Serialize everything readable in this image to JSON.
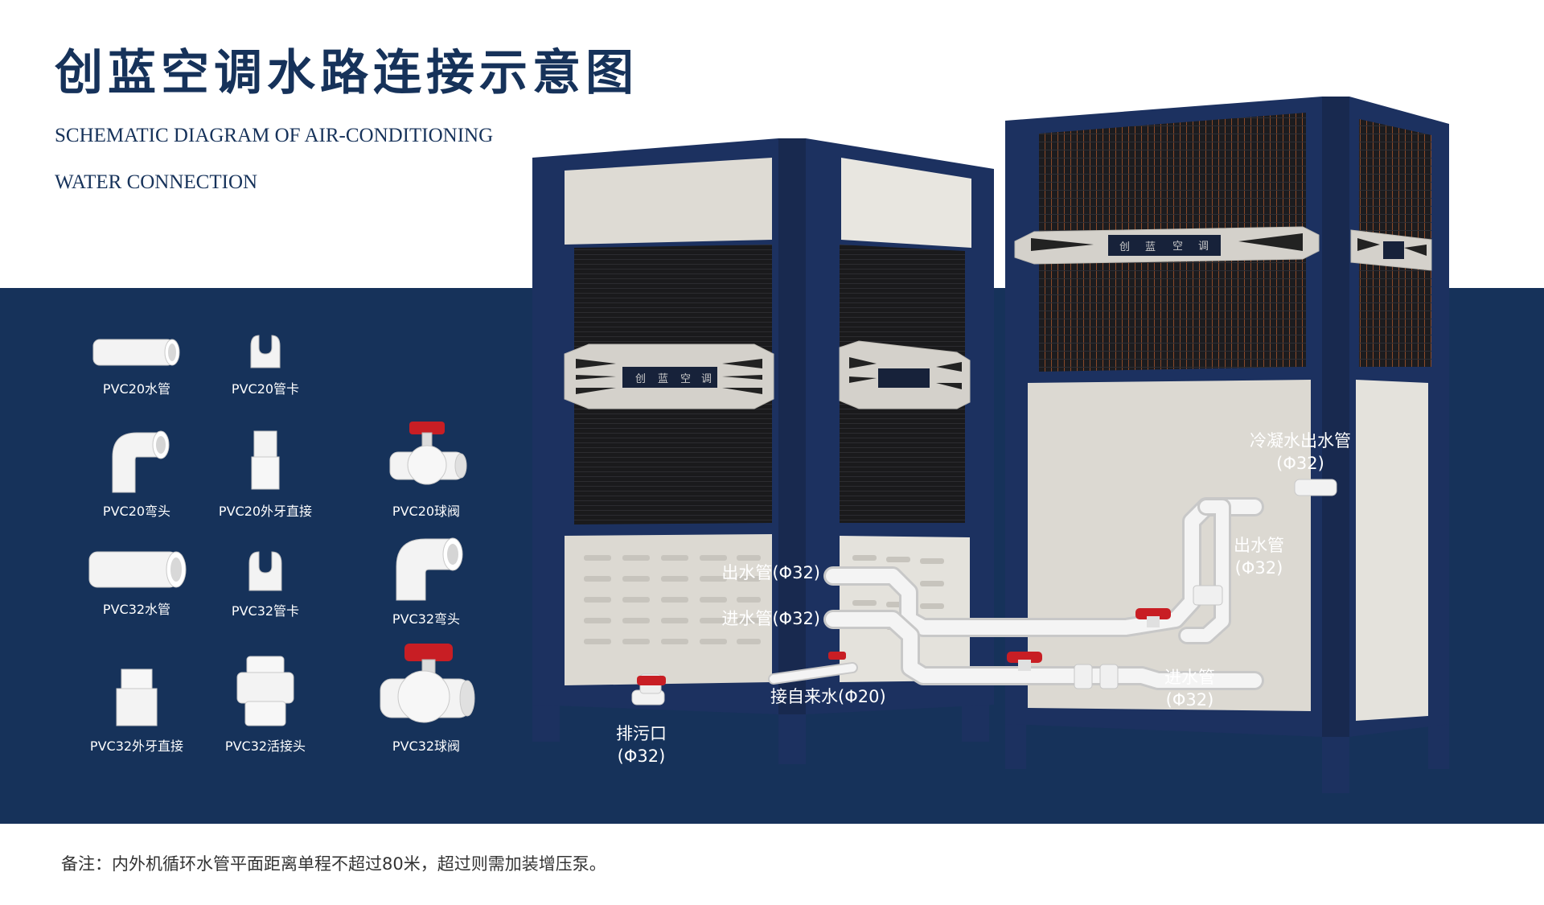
{
  "title": "创蓝空调水路连接示意图",
  "subtitle": {
    "line1": "SCHEMATIC DIAGRAM OF AIR-CONDITIONING",
    "line2": "WATER CONNECTION"
  },
  "colors": {
    "navy": "#16325a",
    "panel": "#dcd9d2",
    "valve_red": "#c81e24",
    "pvc": "#f3f3f3"
  },
  "brand_plate": [
    "创",
    "蓝",
    "空",
    "调"
  ],
  "fittings": [
    {
      "label": "PVC20水管",
      "icon": "pipe-20-icon"
    },
    {
      "label": "PVC20管卡",
      "icon": "pipe-clip-20-icon"
    },
    {
      "label": "PVC20弯头",
      "icon": "elbow-20-icon"
    },
    {
      "label": "PVC20外牙直接",
      "icon": "male-adapter-20-icon"
    },
    {
      "label": "PVC20球阀",
      "icon": "ball-valve-20-icon"
    },
    {
      "label": "PVC32水管",
      "icon": "pipe-32-icon"
    },
    {
      "label": "PVC32管卡",
      "icon": "pipe-clip-32-icon"
    },
    {
      "label": "PVC32弯头",
      "icon": "elbow-32-icon"
    },
    {
      "label": "PVC32外牙直接",
      "icon": "male-adapter-32-icon"
    },
    {
      "label": "PVC32活接头",
      "icon": "union-32-icon"
    },
    {
      "label": "PVC32球阀",
      "icon": "ball-valve-32-icon"
    }
  ],
  "callouts": {
    "indoor_out": "出水管(Φ32)",
    "indoor_in": "进水管(Φ32)",
    "tap_water": "接自来水(Φ20)",
    "drain": {
      "line1": "排污口",
      "line2": "(Φ32)"
    },
    "condensate": {
      "line1": "冷凝水出水管",
      "line2": "(Φ32)"
    },
    "outdoor_out": {
      "line1": "出水管",
      "line2": "(Φ32)"
    },
    "outdoor_in": {
      "line1": "进水管",
      "line2": "(Φ32)"
    }
  },
  "note": "备注：内外机循环水管平面距离单程不超过80米，超过则需加装增压泵。"
}
